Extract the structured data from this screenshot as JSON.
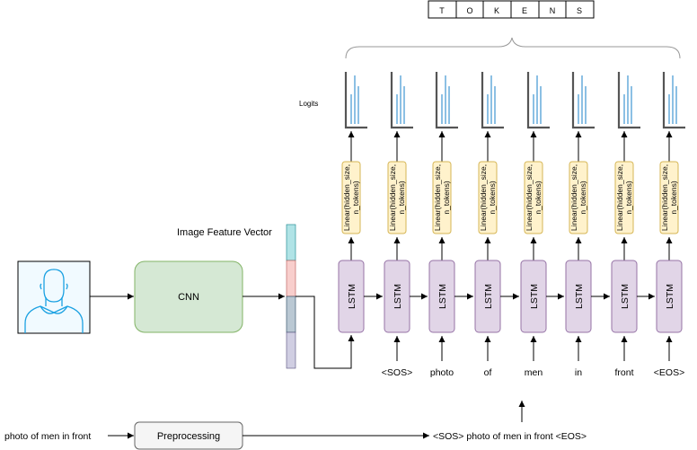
{
  "tokens_label": [
    "T",
    "O",
    "K",
    "E",
    "N",
    "S"
  ],
  "logits_label": "Logits",
  "image_feature_label": "Image Feature Vector",
  "cnn_label": "CNN",
  "lstm_label": "LSTM",
  "linear_label_line1": "Linear(hidden_size,",
  "linear_label_line2": "n_tokens)",
  "input_words": [
    "<SOS>",
    "photo",
    "of",
    "men",
    "in",
    "front",
    "<EOS>"
  ],
  "raw_caption": "photo of men in front",
  "preprocessing_label": "Preprocessing",
  "processed_caption": "<SOS> photo of men in front <EOS>",
  "colors": {
    "cnn_fill": "#d5e8d4",
    "cnn_stroke": "#82b366",
    "lstm_fill": "#e1d5e7",
    "lstm_stroke": "#9673a6",
    "linear_fill": "#fff2cc",
    "linear_stroke": "#d6b656",
    "feature_segments": [
      "#b0e3e6",
      "#f8cecc",
      "#bac8d3",
      "#d0cee2"
    ],
    "photo_fill": "#f1faff",
    "photo_stroke": "#1ba1e2",
    "histogram_bar": "#5ba5d8"
  }
}
